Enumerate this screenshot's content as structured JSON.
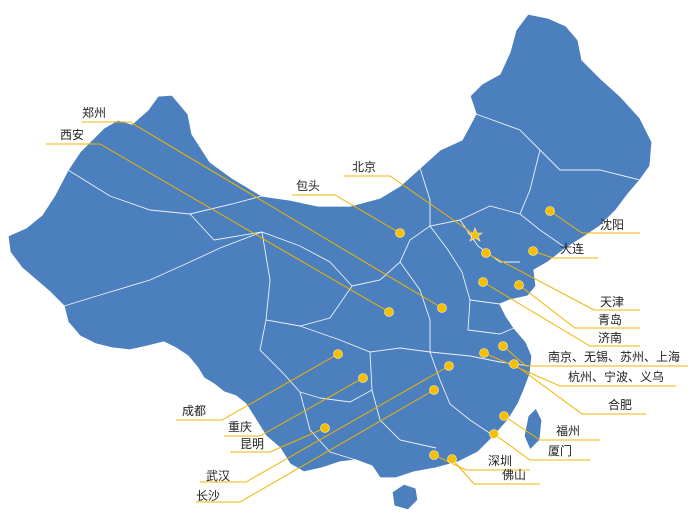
{
  "map": {
    "land_color": "#4b7fbd",
    "marker_color": "#f6c000",
    "leader_color": "#f0b400",
    "capital_marker_icon": "star-icon",
    "city_marker_icon": "dot-icon"
  },
  "labels": {
    "zhengzhou": "郑州",
    "xian": "西安",
    "beijing": "北京",
    "baotou": "包头",
    "shenyang": "沈阳",
    "dalian": "大连",
    "tianjin": "天津",
    "qingdao": "青岛",
    "jinan": "济南",
    "nanjing_group": "南京、无锡、苏州、上海",
    "hangzhou_group": "杭州、宁波、义乌",
    "hefei": "合肥",
    "fuzhou": "福州",
    "xiamen": "厦门",
    "shenzhen": "深圳",
    "foshan": "佛山",
    "chengdu": "成都",
    "chongqing": "重庆",
    "kunming": "昆明",
    "wuhan": "武汉",
    "changsha": "长沙"
  }
}
